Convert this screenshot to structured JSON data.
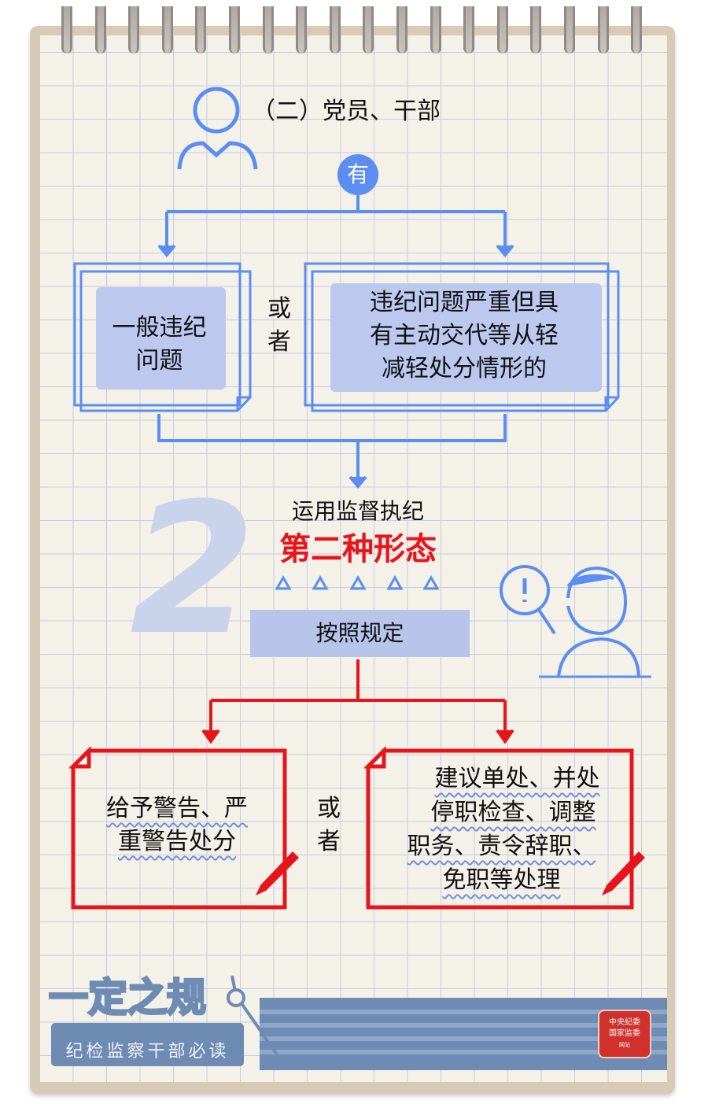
{
  "title": "（二）党员、干部",
  "badge": "有",
  "top_left_box": [
    "一般违纪",
    "问题"
  ],
  "top_or": [
    "或",
    "者"
  ],
  "top_right_box": [
    "违纪问题严重但具",
    "有主动交代等从轻",
    "减轻处分情形的"
  ],
  "apply_text": "运用监督执纪",
  "form_text": "第二种形态",
  "big_number": "2",
  "rule_label": "按照规定",
  "bottom_left_box": [
    "给予警告、严",
    "重警告处分"
  ],
  "bottom_or": [
    "或",
    "者"
  ],
  "bottom_right_box": [
    "建议单处、并处",
    "停职检查、调整",
    "职务、责令辞职、",
    "免职等处理"
  ],
  "footer": {
    "logo_title": "一定之规",
    "logo_subtitle": "纪检监察干部必读",
    "seal": [
      "中央纪委",
      "国家监委",
      "网站"
    ]
  },
  "colors": {
    "blue": "#5b8ef0",
    "red": "#e8141c",
    "shade": "#bcc8ee",
    "band": "#6e8bb4"
  }
}
